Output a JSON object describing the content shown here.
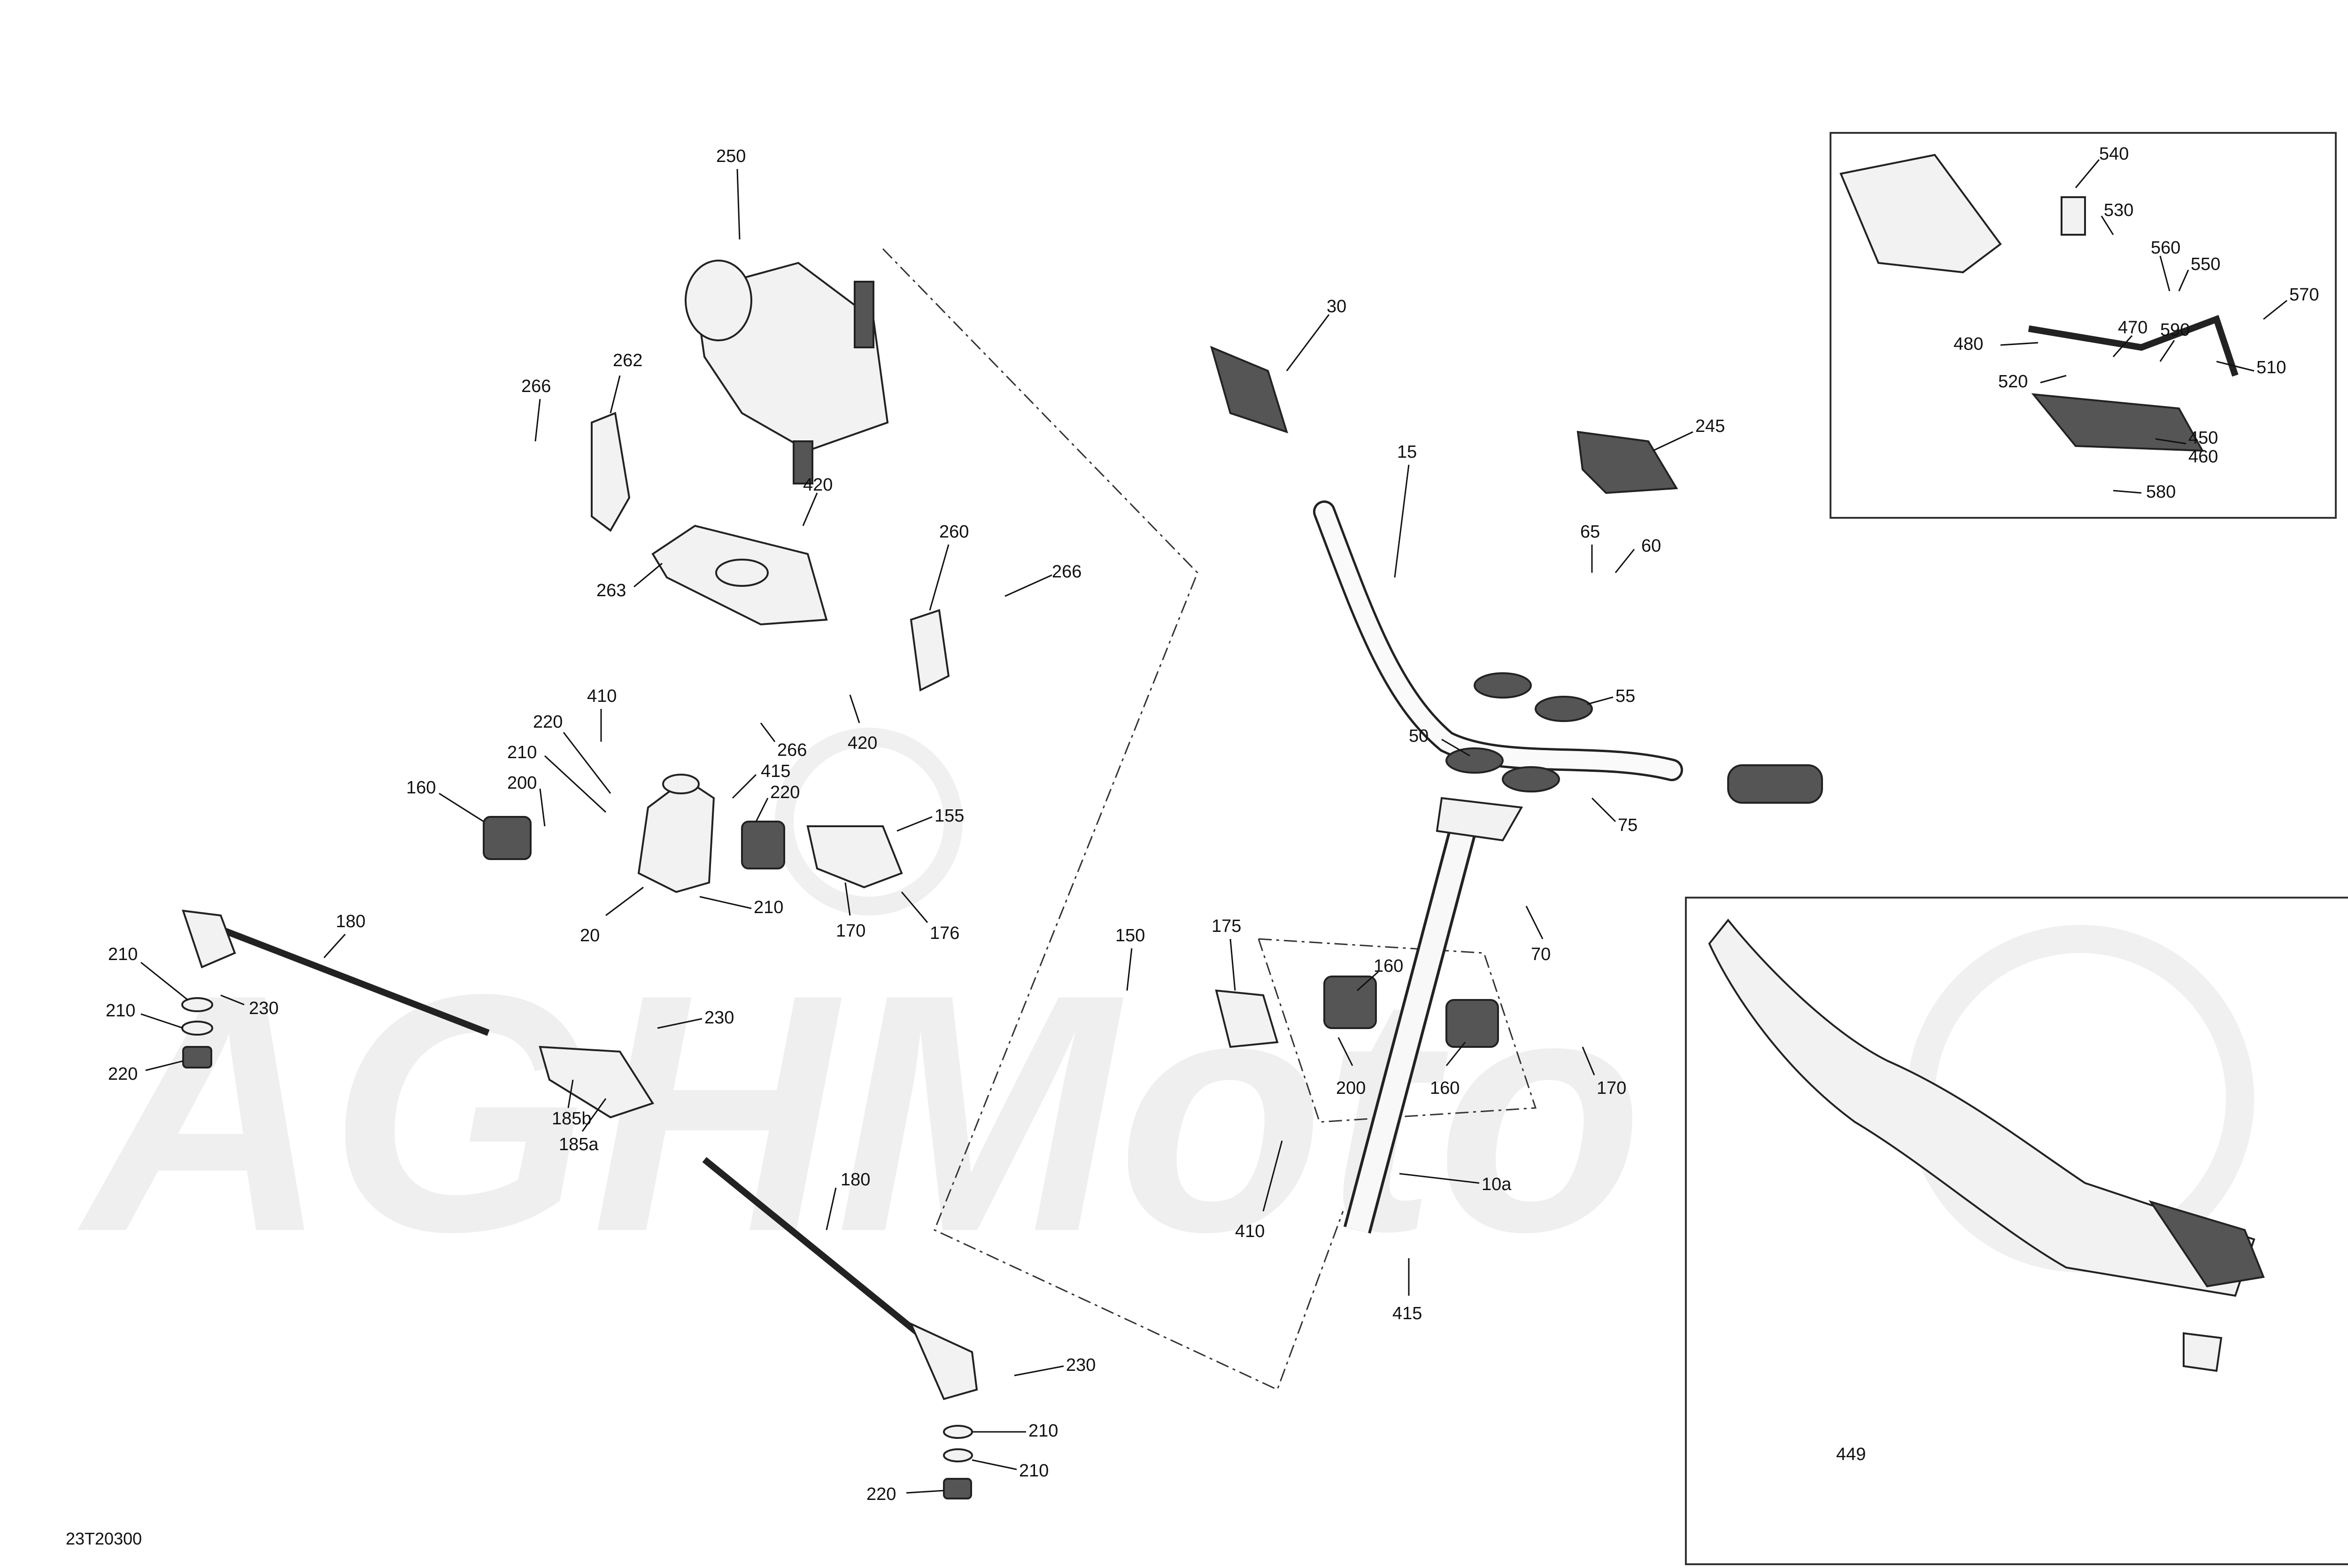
{
  "callouts": {
    "c250": "250",
    "c262": "262",
    "c266a": "266",
    "c263": "263",
    "c420a": "420",
    "c260": "260",
    "c266b": "266",
    "c266c": "266",
    "c420b": "420",
    "c410a": "410",
    "c220a": "220",
    "c210a": "210",
    "c415a": "415",
    "c220b": "220",
    "c160a": "160",
    "c200a": "200",
    "c155": "155",
    "c20": "20",
    "c210b": "210",
    "c170a": "170",
    "c176": "176",
    "c180a": "180",
    "c210c": "210",
    "c230a": "230",
    "c210d": "210",
    "c220c": "220",
    "c230b": "230",
    "c185b": "185b",
    "c185a": "185a",
    "c180b": "180",
    "c230c": "230",
    "c210e": "210",
    "c210f": "210",
    "c220d": "220",
    "c30": "30",
    "c15": "15",
    "c245": "245",
    "c65": "65",
    "c60": "60",
    "c55": "55",
    "c50": "50",
    "c75": "75",
    "c70": "70",
    "c150": "150",
    "c175": "175",
    "c160b": "160",
    "c160c": "160",
    "c200b": "200",
    "c170b": "170",
    "c410b": "410",
    "c10a": "10a",
    "c415b": "415",
    "c540": "540",
    "c530": "530",
    "c560": "560",
    "c550": "550",
    "c570": "570",
    "c480": "480",
    "c470": "470",
    "c590": "590",
    "c510": "510",
    "c520": "520",
    "c450": "450",
    "c460": "460",
    "c580": "580",
    "c449": "449"
  },
  "diagram_code": "23T20300",
  "watermark": "AGHMoto"
}
